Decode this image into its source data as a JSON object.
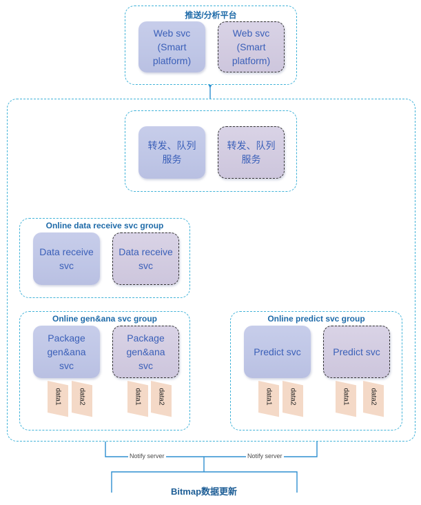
{
  "top_group": {
    "title": "推送/分析平台",
    "nodes": [
      "Web svc\n(Smart\nplatform)",
      "Web svc\n(Smart\nplatform)"
    ]
  },
  "forward_group": {
    "nodes": [
      "转发、队列\n服务",
      "转发、队列\n服务"
    ]
  },
  "receive_group": {
    "title": "Online data receive svc group",
    "nodes": [
      "Data receive\nsvc",
      "Data receive\nsvc"
    ]
  },
  "genana_group": {
    "title": "Online gen&ana svc group",
    "nodes": [
      "Package\ngen&ana\nsvc",
      "Package\ngen&ana\nsvc"
    ],
    "data": [
      "data1",
      "data2",
      "data1",
      "data2"
    ]
  },
  "predict_group": {
    "title": "Online predict svc group",
    "nodes": [
      "Predict svc",
      "Predict svc"
    ],
    "data": [
      "data1",
      "data2",
      "data1",
      "data2"
    ]
  },
  "notify": {
    "left_label": "Notify server",
    "right_label": "Notify server"
  },
  "bottom": {
    "title": "Bitmap数据更新"
  },
  "colors": {
    "group_border": "#3fb2d8",
    "node_primary": "#bfc6e6",
    "node_secondary": "#d2cbe0",
    "arrow": "#2d8fd0",
    "title_text": "#1e6aa8"
  }
}
